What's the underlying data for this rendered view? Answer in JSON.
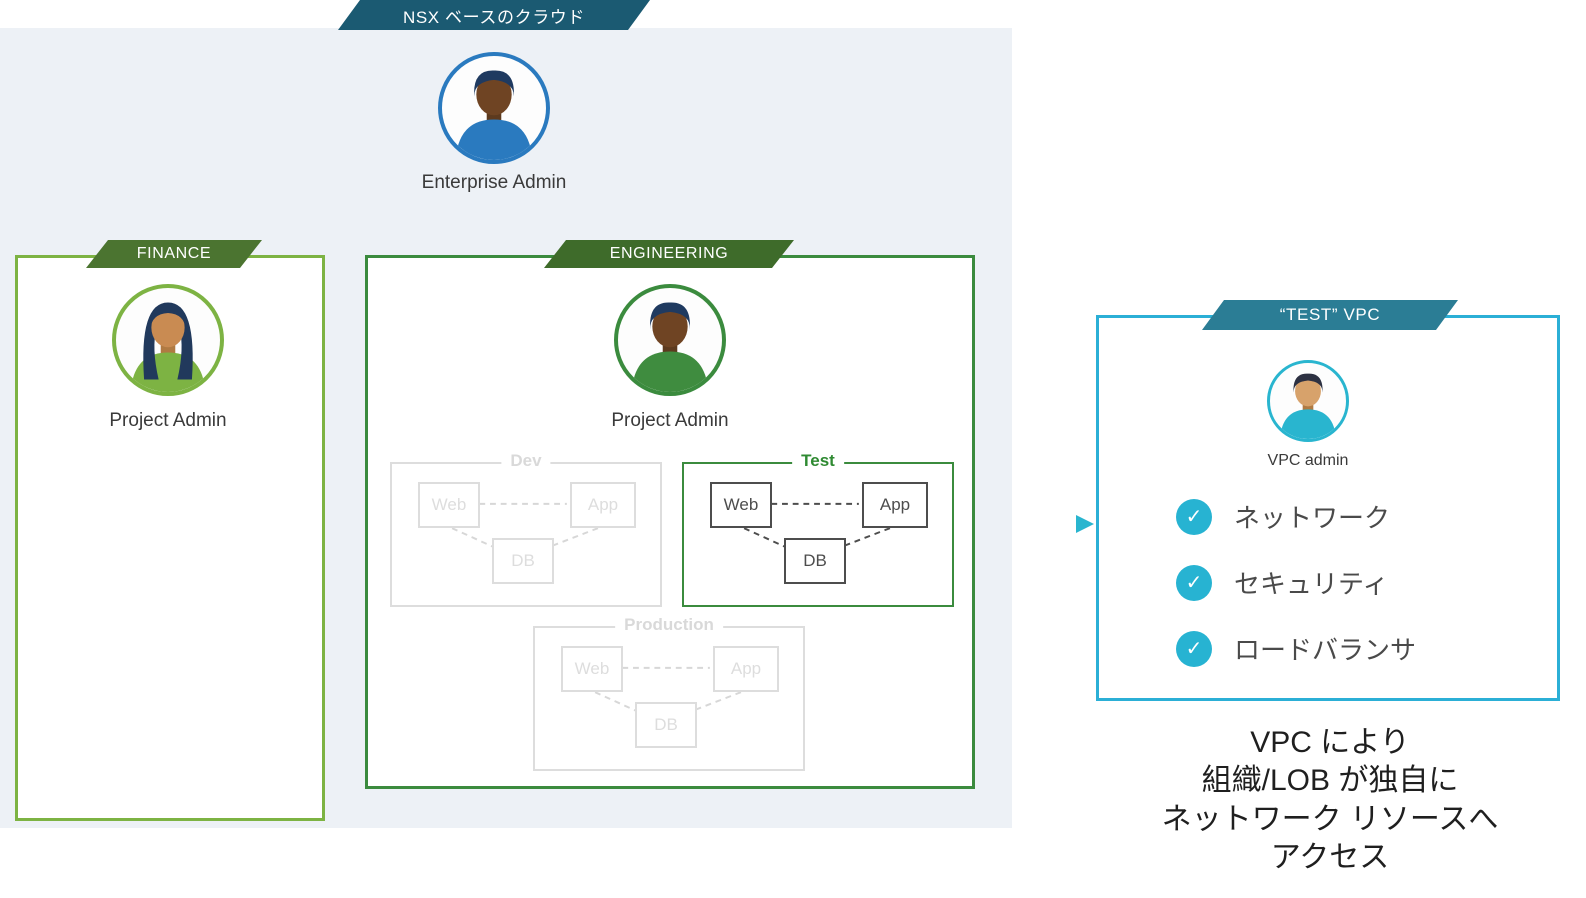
{
  "colors": {
    "panel_bg": "#edf1f6",
    "cloud_banner": "#1b5a72",
    "finance_green": "#7db343",
    "finance_banner_green": "#4b7430",
    "engineering_green": "#3b8b3e",
    "engineering_banner_green": "#3e6b2a",
    "vpc_border_teal": "#2bafd6",
    "vpc_banner_teal": "#2b7d95",
    "check_teal": "#27b3d2",
    "arrow_blue": "#2a7abf",
    "arrow_teal": "#29b5cf"
  },
  "cloud": {
    "banner": "NSX ベースのクラウド",
    "admin_label": "Enterprise Admin"
  },
  "finance": {
    "banner": "FINANCE",
    "admin_label": "Project Admin"
  },
  "engineering": {
    "banner": "ENGINEERING",
    "admin_label": "Project Admin",
    "groups": [
      {
        "name": "Dev",
        "tiers": [
          "Web",
          "App",
          "DB"
        ]
      },
      {
        "name": "Test",
        "tiers": [
          "Web",
          "App",
          "DB"
        ]
      },
      {
        "name": "Production",
        "tiers": [
          "Web",
          "App",
          "DB"
        ]
      }
    ]
  },
  "vpc": {
    "banner": "“TEST” VPC",
    "admin_label": "VPC admin",
    "check_icon": "✓",
    "features": [
      "ネットワーク",
      "セキュリティ",
      "ロードバランサ"
    ]
  },
  "caption": {
    "lines": [
      "VPC により",
      "組織/LOB が独自に",
      "ネットワーク リソースへ",
      "アクセス"
    ]
  }
}
